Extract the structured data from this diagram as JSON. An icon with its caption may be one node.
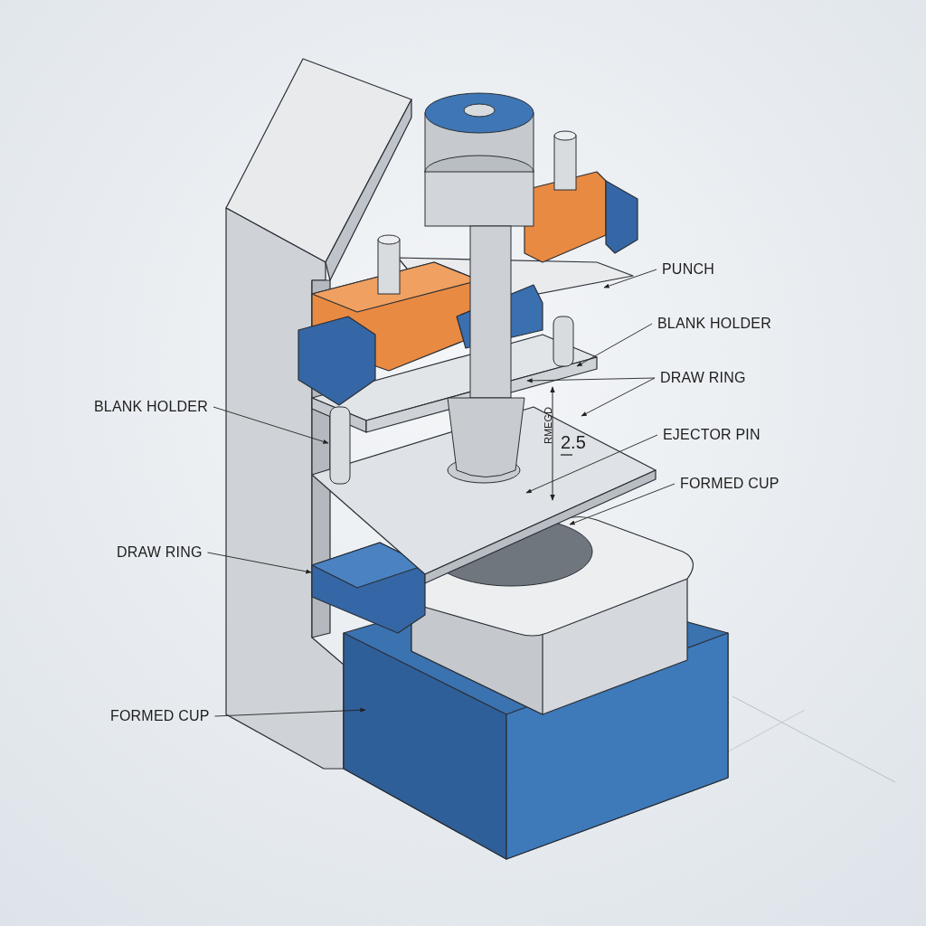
{
  "diagram": {
    "nodes": [
      {
        "text": [
          "PUNCH"
        ]
      },
      {
        "text": [
          "BLANK HOLDER"
        ]
      },
      {
        "text": [
          "DRAW RING"
        ]
      },
      {
        "text": [
          "EJECTOR PIN"
        ]
      },
      {
        "text": [
          "FORMED CUP"
        ]
      },
      {
        "text": [
          "BLANK HOLDER"
        ]
      },
      {
        "text": [
          "DRAW RING"
        ]
      },
      {
        "text": [
          "FORMED CUP"
        ]
      }
    ],
    "edges": [
      {
        "from": 0,
        "to": null,
        "arrow": "to"
      },
      {
        "from": 1,
        "to": null,
        "arrow": "to"
      },
      {
        "from": 2,
        "to": null,
        "arrow": "to"
      },
      {
        "from": 2,
        "to": null,
        "arrow": "to"
      },
      {
        "from": 3,
        "to": null,
        "arrow": "to"
      },
      {
        "from": 4,
        "to": null,
        "arrow": "to"
      },
      {
        "from": 5,
        "to": null,
        "arrow": "to"
      },
      {
        "from": 6,
        "to": null,
        "arrow": "to"
      },
      {
        "from": 7,
        "to": null,
        "arrow": "to"
      }
    ],
    "labels": [
      "RMEGD",
      "2.5"
    ]
  }
}
